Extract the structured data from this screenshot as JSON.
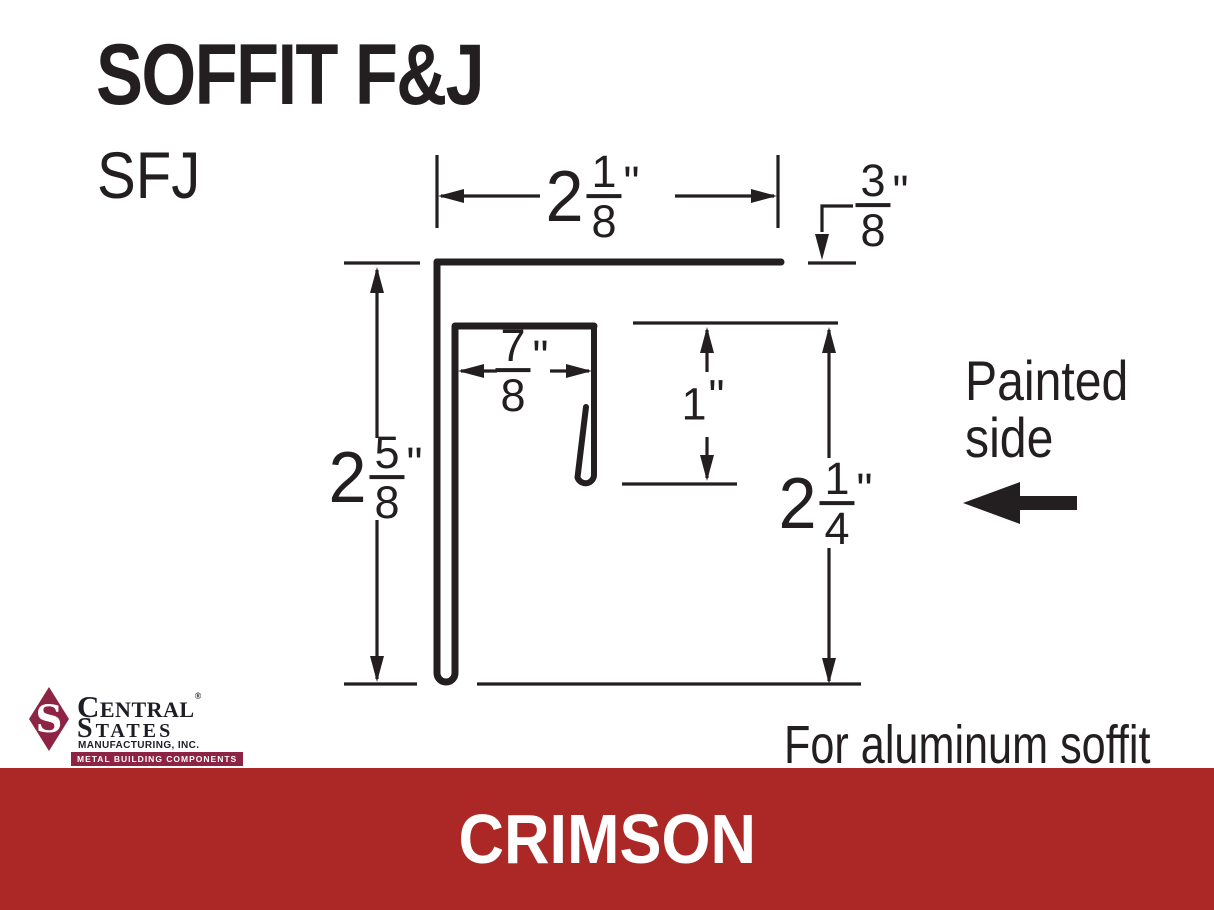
{
  "title": "SOFFIT F&J",
  "subtitle": "SFJ",
  "note": "For aluminum soffit",
  "painted_side_label": "Painted side",
  "banner": {
    "label": "CRIMSON",
    "color": "#ab2826",
    "text_color": "#ffffff"
  },
  "colors": {
    "ink": "#231f20",
    "background": "#ffffff",
    "logo_maroon": "#8e2443"
  },
  "logo": {
    "monogram": "S",
    "line1": "Central",
    "registered": "®",
    "line2": "States",
    "line3": "MANUFACTURING, INC.",
    "tagline": "METAL BUILDING COMPONENTS"
  },
  "dimensions": {
    "width_top": {
      "whole": "2",
      "num": "1",
      "den": "8",
      "unit": "\""
    },
    "hem_offset": {
      "num": "3",
      "den": "8",
      "unit": "\""
    },
    "channel": {
      "num": "7",
      "den": "8",
      "unit": "\""
    },
    "opening": {
      "value": "1",
      "unit": "\""
    },
    "height_left": {
      "whole": "2",
      "num": "5",
      "den": "8",
      "unit": "\""
    },
    "height_right": {
      "whole": "2",
      "num": "1",
      "den": "4",
      "unit": "\""
    }
  }
}
